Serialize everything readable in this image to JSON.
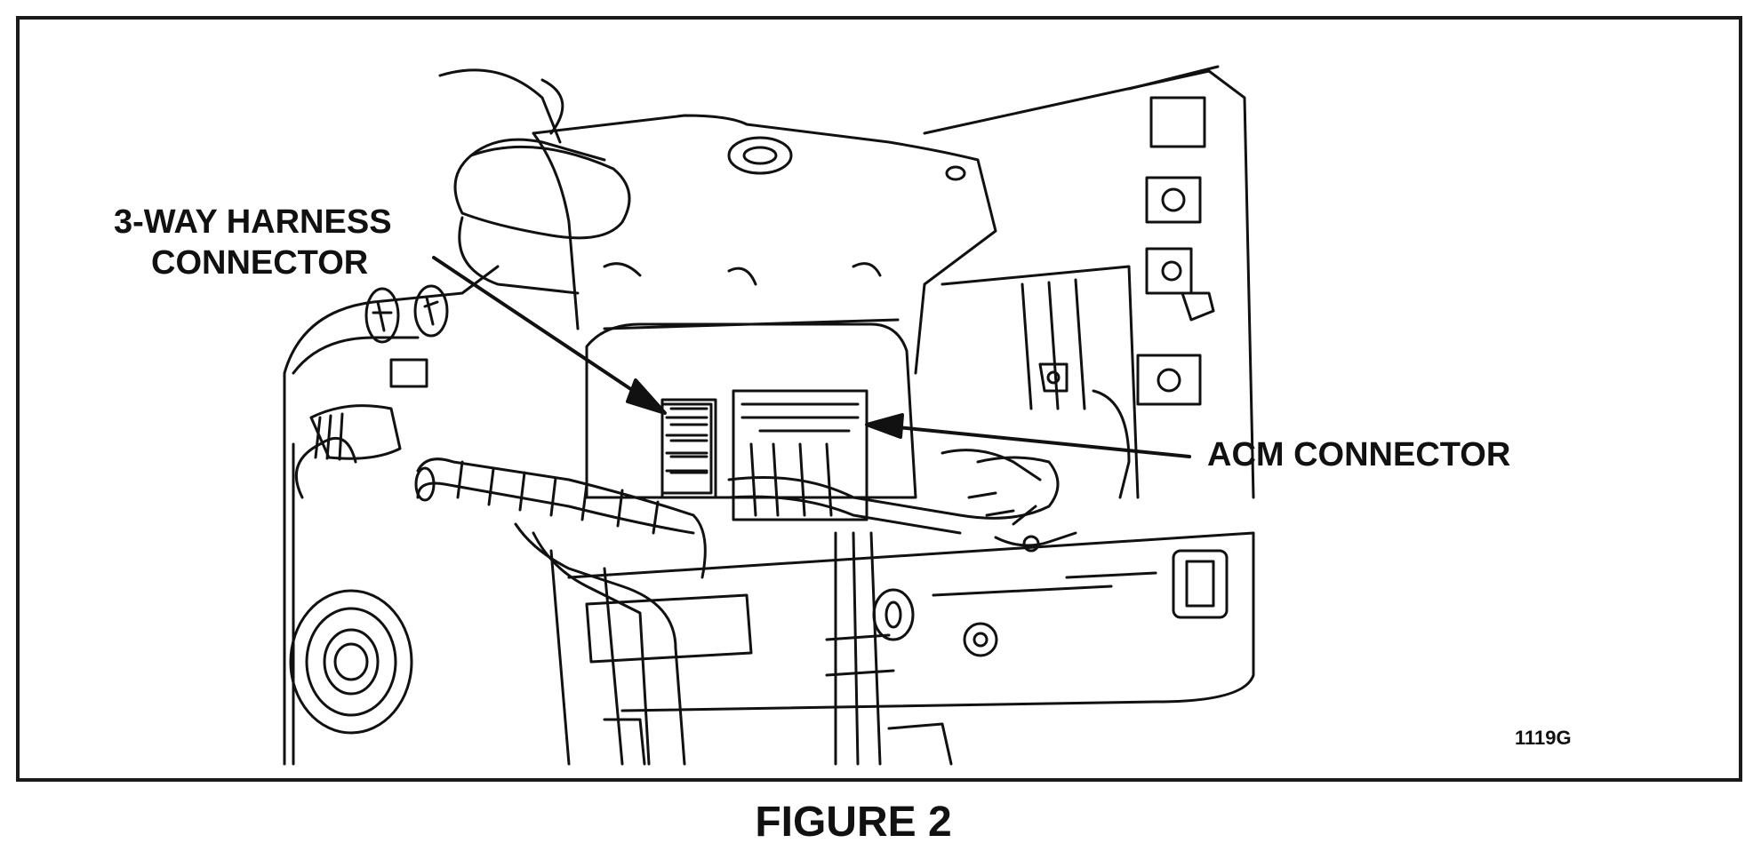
{
  "callouts": {
    "harness_line_1": "3-WAY HARNESS",
    "harness_line_2": "CONNECTOR",
    "acm": "ACM CONNECTOR"
  },
  "figure": {
    "id": "1119G",
    "caption": "FIGURE 2"
  },
  "colors": {
    "ink": "#111111",
    "paper": "#ffffff"
  }
}
